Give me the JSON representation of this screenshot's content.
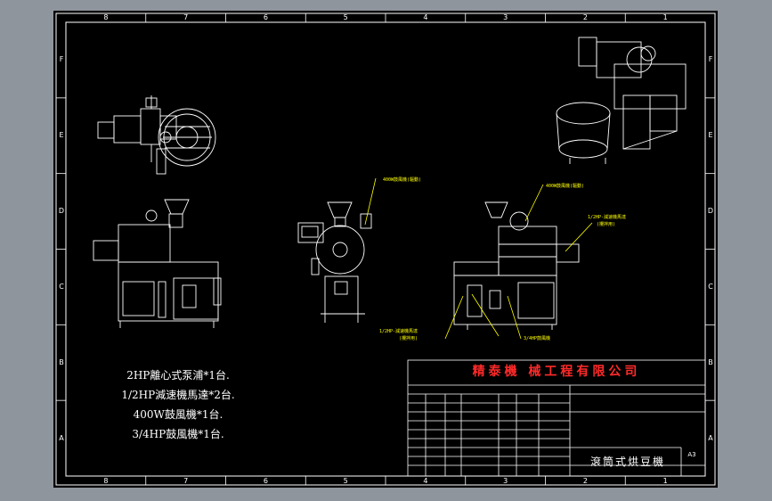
{
  "sheet": {
    "zones_columns": [
      "8",
      "7",
      "6",
      "5",
      "4",
      "3",
      "2",
      "1"
    ],
    "zones_rows": [
      "F",
      "E",
      "D",
      "C",
      "B",
      "A"
    ],
    "colors": {
      "background": "#8f959c",
      "sheet": "#000000",
      "lines": "#ffffff",
      "callouts": "#ffff00",
      "company": "#ff2a2a",
      "titleblock_grid": "#ffffff"
    }
  },
  "notes": [
    "2HP離心式泵浦*1台.",
    "1/2HP減速機馬達*2台.",
    "400W鼓風機*1台.",
    "3/4HP鼓風機*1台."
  ],
  "callouts": {
    "side_view_top": "400W鼓風機(驅動)",
    "section_top": "400W鼓風機(驅動)",
    "section_right_1": "1/2HP-減速機馬達",
    "section_right_2": "(攪拌用)",
    "section_left_1": "1/2HP-減速機馬達",
    "section_left_2": "(攪拌用)",
    "section_bottom": "3/4HP鼓風機"
  },
  "title_block": {
    "company": "精泰機 械工程有限公司",
    "title": "滾筒式烘豆機",
    "size": "A3"
  }
}
